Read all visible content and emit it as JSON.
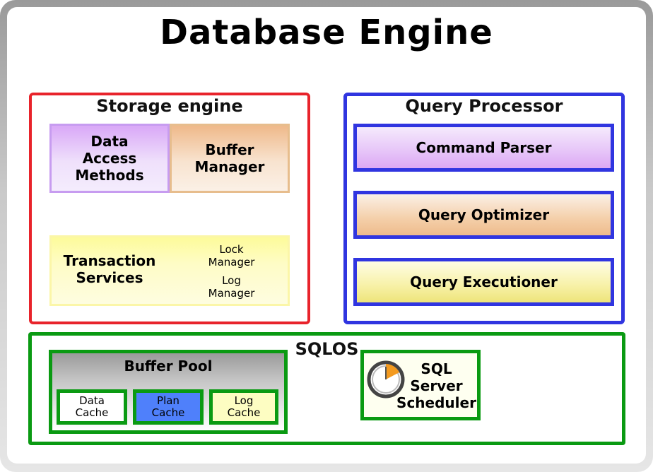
{
  "title": "Database Engine",
  "storage_engine": {
    "title": "Storage engine",
    "data_access_methods": [
      "Data",
      "Access",
      "Methods"
    ],
    "buffer_manager": [
      "Buffer",
      "Manager"
    ],
    "transaction_services": [
      "Transaction",
      "Services"
    ],
    "lock_manager": [
      "Lock",
      "Manager"
    ],
    "log_manager": [
      "Log",
      "Manager"
    ]
  },
  "query_processor": {
    "title": "Query Processor",
    "command_parser": "Command Parser",
    "query_optimizer": "Query Optimizer",
    "query_executioner": "Query Executioner"
  },
  "sqlos": {
    "title": "SQLOS",
    "buffer_pool": {
      "title": "Buffer Pool",
      "data_cache": [
        "Data",
        "Cache"
      ],
      "plan_cache": [
        "Plan",
        "Cache"
      ],
      "log_cache": [
        "Log",
        "Cache"
      ]
    },
    "scheduler": [
      "SQL",
      "Server",
      "Scheduler"
    ],
    "scheduler_icon": "clock-icon"
  },
  "colors": {
    "storage_border": "#e8232b",
    "query_processor_border": "#3035e0",
    "sqlos_border": "#0a9a12",
    "plan_cache_fill": "#4f80fb"
  }
}
